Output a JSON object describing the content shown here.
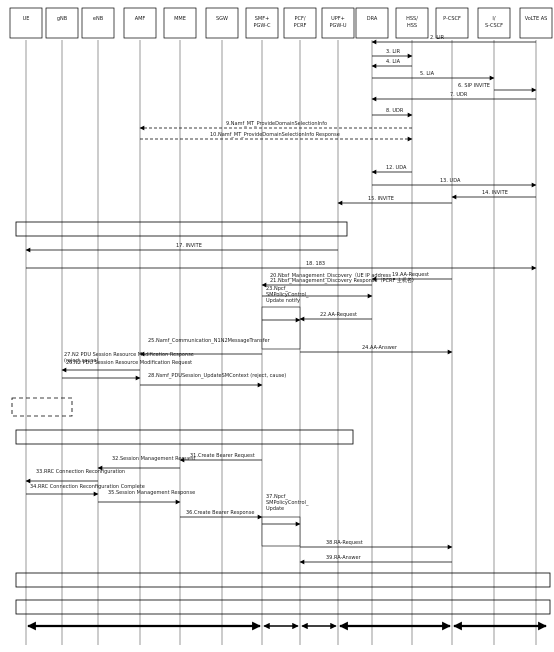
{
  "participants": [
    "UE",
    "gNB",
    "eNB",
    "AMF",
    "MME",
    "SGW",
    "SMF+PGW-C",
    "PCF/PCRF",
    "UPF+PGW-U",
    "DRA",
    "HSS/HSS",
    "P-CSCF",
    "I/S-CSCF",
    "VoLTE AS"
  ],
  "messages": [
    {
      "label": "2. LIR",
      "from": 13,
      "to": 9
    },
    {
      "label": "3. LIR",
      "from": 9,
      "to": 10
    },
    {
      "label": "4. LIA",
      "from": 10,
      "to": 9
    },
    {
      "label": "5. LIA",
      "from": 9,
      "to": 12
    },
    {
      "label": "6. SIP INVITE",
      "from": 12,
      "to": 13
    },
    {
      "label": "7. UDR",
      "from": 13,
      "to": 9
    },
    {
      "label": "8. UDR",
      "from": 9,
      "to": 10
    },
    {
      "label": "9.Namf_MT_ProvideDomainSelectionInfo",
      "from": 10,
      "to": 3,
      "dashed": true
    },
    {
      "label": "10.Namf_MT_ProvideDomainSelectionInfo Response",
      "from": 3,
      "to": 10,
      "dashed": true
    },
    {
      "label": "12. UDA",
      "from": 10,
      "to": 9
    },
    {
      "label": "13. UDA",
      "from": 9,
      "to": 13
    },
    {
      "label": "14. INVITE",
      "from": 13,
      "to": 11
    },
    {
      "label": "15. INVITE",
      "from": 11,
      "to": 8
    },
    {
      "label": "17. INVITE",
      "from": 8,
      "to": 0
    },
    {
      "label": "18. 183",
      "from": 0,
      "to": 13
    },
    {
      "label": "19.AA-Request",
      "from": 11,
      "to": 9
    },
    {
      "label": "20.Nbsf_Management_Discovery（UE IP address",
      "from": 9,
      "to": 6
    },
    {
      "label": "21.Nbsf_Management_Discovery Response（PCRF 主机名）",
      "from": 6,
      "to": 9
    },
    {
      "label": "22.AA-Request",
      "from": 9,
      "to": 7
    },
    {
      "label": "23.Npcf_SMPolicyControl_Update notify",
      "from": 6,
      "to": 7
    },
    {
      "label": "24.AA-Answer",
      "from": 7,
      "to": 11
    },
    {
      "label": "25.Namf_Communication_N1N2MessageTransfer",
      "from": 6,
      "to": 3
    },
    {
      "label": "26.N2 PDU Session Resource Modification Request",
      "from": 3,
      "to": 1
    },
    {
      "label": "27.N2 PDU Session Resource Modification Response (reject,cause)",
      "from": 1,
      "to": 3
    },
    {
      "label": "28.Nsmf_PDUSession_UpdateSMContext (reject, cause)",
      "from": 3,
      "to": 6
    },
    {
      "label": "31.Create Bearer Request",
      "from": 6,
      "to": 4
    },
    {
      "label": "32.Session Management Request",
      "from": 4,
      "to": 2
    },
    {
      "label": "33.RRC Connection Reconfiguration",
      "from": 2,
      "to": 0
    },
    {
      "label": "34.RRC Connection Reconfiguration Complete",
      "from": 0,
      "to": 2
    },
    {
      "label": "35.Session Management Response",
      "from": 2,
      "to": 4
    },
    {
      "label": "36.Create Bearer Response",
      "from": 4,
      "to": 6
    },
    {
      "label": "37.Npcf_SMPolicyControl_Update",
      "from": 6,
      "to": 7
    },
    {
      "label": "38.RA-Request",
      "from": 7,
      "to": 11
    },
    {
      "label": "39.RA-Answer",
      "from": 11,
      "to": 7
    }
  ],
  "colors": {
    "line": "#000000",
    "text": "#1a1a1a",
    "box": "#f2f2f2",
    "lifeline": "#555555"
  }
}
